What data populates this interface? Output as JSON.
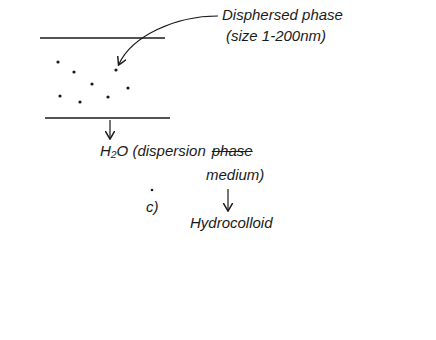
{
  "diagram": {
    "labels": [
      "Disphersed phase",
      "(size 1-200nm)",
      "H₂O (dispersion",
      "phase",
      "medium)",
      "Hydrocolloid",
      "c)"
    ]
  }
}
